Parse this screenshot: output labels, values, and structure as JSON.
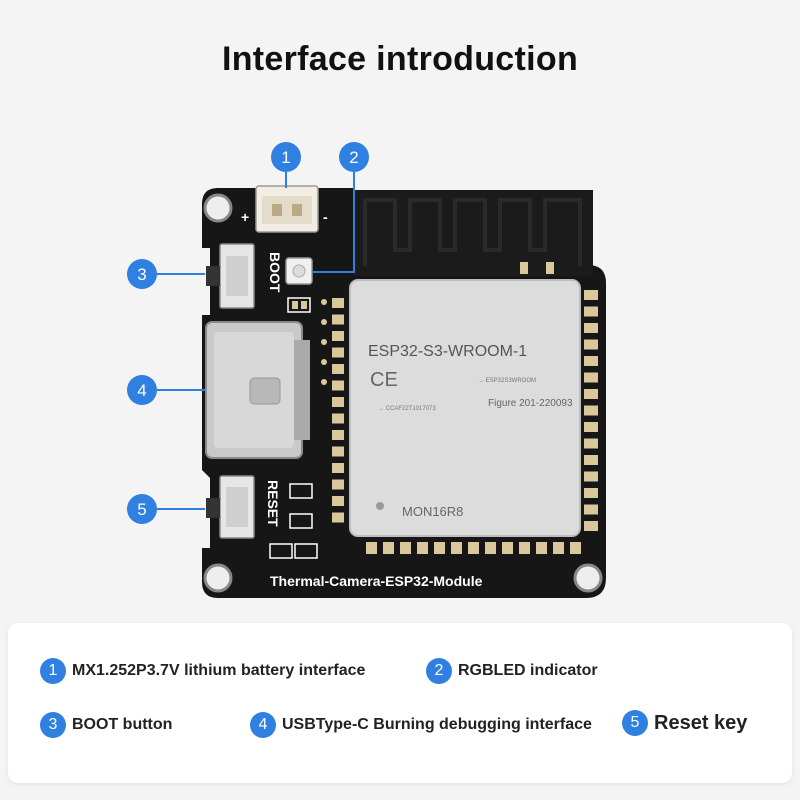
{
  "title": "Interface introduction",
  "colors": {
    "accent": "#2f80e0",
    "board": "#161616",
    "module_shield": "#dcdcdc",
    "pad_gold": "#d9c89a",
    "port_silver": "#c9c9c9"
  },
  "board": {
    "module_name": "ESP32-S3-WROOM-1",
    "ce_mark": "CE",
    "cert_text": "Figure 201-220093",
    "small_code_left": "→ CCAF22T1017073",
    "small_code_right": "→ ESP32S3WROOM",
    "flash_code": "MON16R8",
    "boot_label": "BOOT",
    "reset_label": "RESET",
    "board_name": "Thermal-Camera-ESP32-Module",
    "plus_label": "+",
    "minus_label": "-"
  },
  "callouts": [
    {
      "num": "1",
      "target": "battery-connector"
    },
    {
      "num": "2",
      "target": "rgb-led"
    },
    {
      "num": "3",
      "target": "boot-button"
    },
    {
      "num": "4",
      "target": "usb-c-port"
    },
    {
      "num": "5",
      "target": "reset-button"
    }
  ],
  "legend": [
    {
      "num": "1",
      "text": "MX1.252P3.7V lithium battery interface"
    },
    {
      "num": "2",
      "text": "RGBLED indicator"
    },
    {
      "num": "3",
      "text": "BOOT button"
    },
    {
      "num": "4",
      "text": "USBType-C Burning debugging interface"
    },
    {
      "num": "5",
      "text": "Reset key"
    }
  ]
}
